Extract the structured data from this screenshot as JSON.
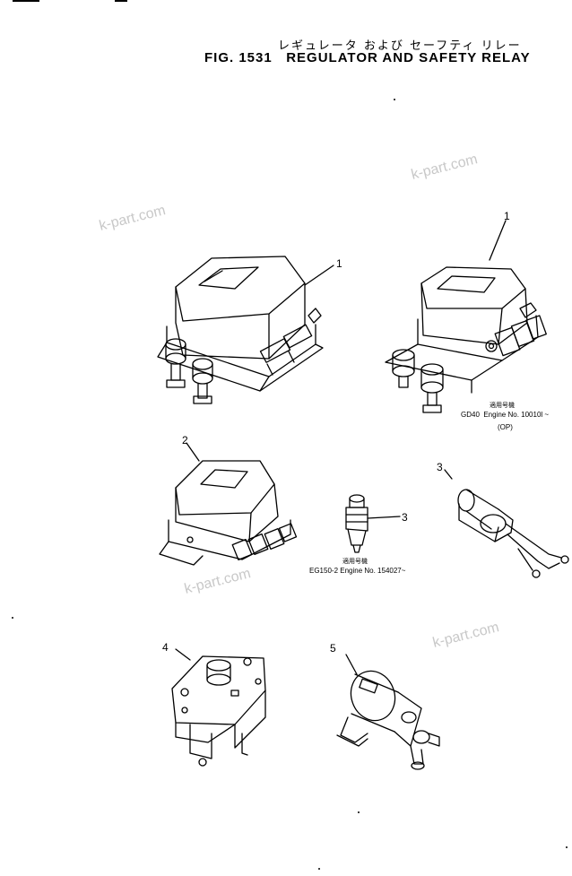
{
  "header": {
    "japanese_title": "レギュレータ および セーフティ リレー",
    "figure_title": "FIG. 1531   REGULATOR AND SAFETY RELAY"
  },
  "watermark": "k-part.com",
  "callouts": {
    "c1a": "1",
    "c1b": "1",
    "c2": "2",
    "c3a": "3",
    "c3b": "3",
    "c4": "4",
    "c5": "5"
  },
  "notes": {
    "gd40_jp": "適用号機",
    "gd40_line1": "GD40  Engine No. 10010l ~",
    "gd40_line2": "(OP)",
    "eg150_jp": "適用号機",
    "eg150_line": "EG150-2 Engine No. 154027~"
  }
}
